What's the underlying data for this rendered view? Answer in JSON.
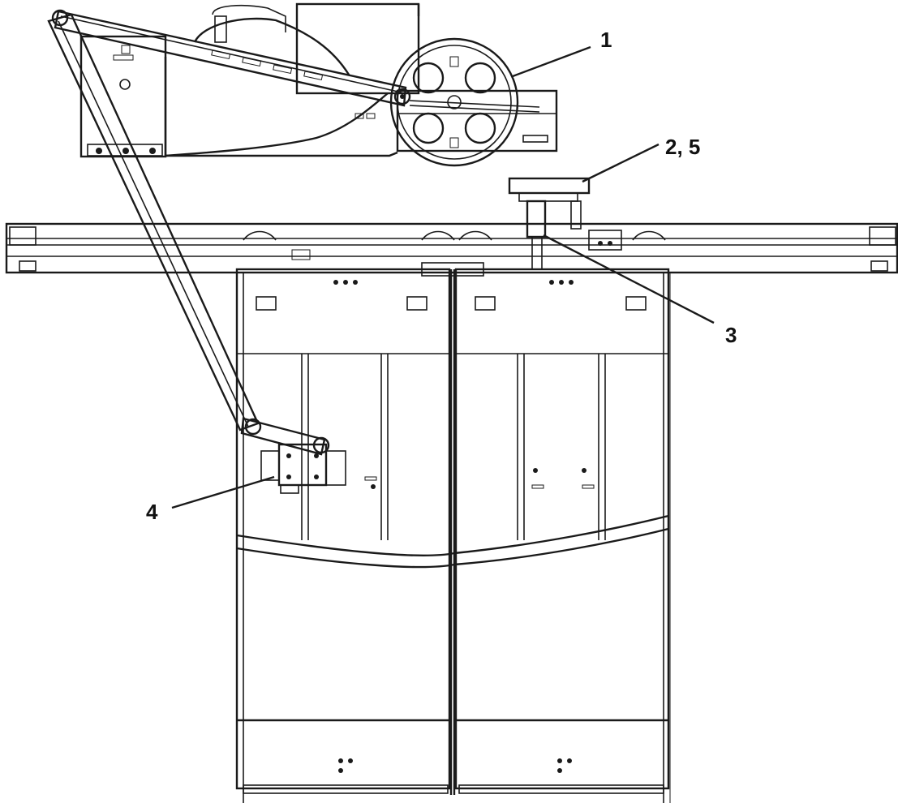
{
  "callouts": [
    {
      "id": "1",
      "label": "1"
    },
    {
      "id": "2",
      "label": "2, 5"
    },
    {
      "id": "3",
      "label": "3"
    },
    {
      "id": "4",
      "label": "4"
    }
  ],
  "colors": {
    "line": "#1a1a1a",
    "background": "#ffffff"
  }
}
